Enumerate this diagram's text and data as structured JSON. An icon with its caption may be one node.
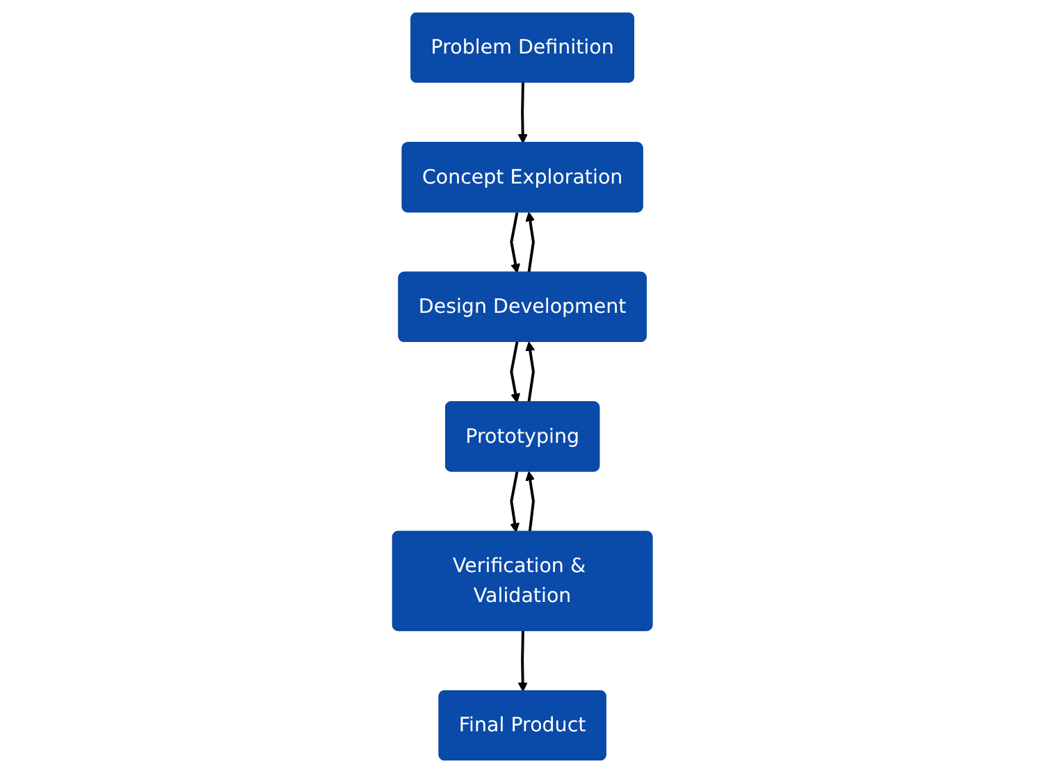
{
  "diagram": {
    "nodes": [
      {
        "text": [
          "Problem Definition"
        ]
      },
      {
        "text": [
          "Concept Exploration"
        ]
      },
      {
        "text": [
          "Design Development"
        ]
      },
      {
        "text": [
          "Prototyping"
        ]
      },
      {
        "text": [
          "Verification & Validation"
        ]
      },
      {
        "text": [
          "Final Product"
        ]
      }
    ],
    "edges": [
      {
        "from": 0,
        "to": 1,
        "arrow": "to"
      },
      {
        "from": 2,
        "to": 1,
        "arrow": "to"
      },
      {
        "from": 1,
        "to": 2,
        "arrow": "to"
      },
      {
        "from": 3,
        "to": 2,
        "arrow": "to"
      },
      {
        "from": 2,
        "to": 3,
        "arrow": "to"
      },
      {
        "from": 4,
        "to": 3,
        "arrow": "to"
      },
      {
        "from": 3,
        "to": 4,
        "arrow": "to"
      },
      {
        "from": 4,
        "to": 5,
        "arrow": "to"
      }
    ]
  }
}
